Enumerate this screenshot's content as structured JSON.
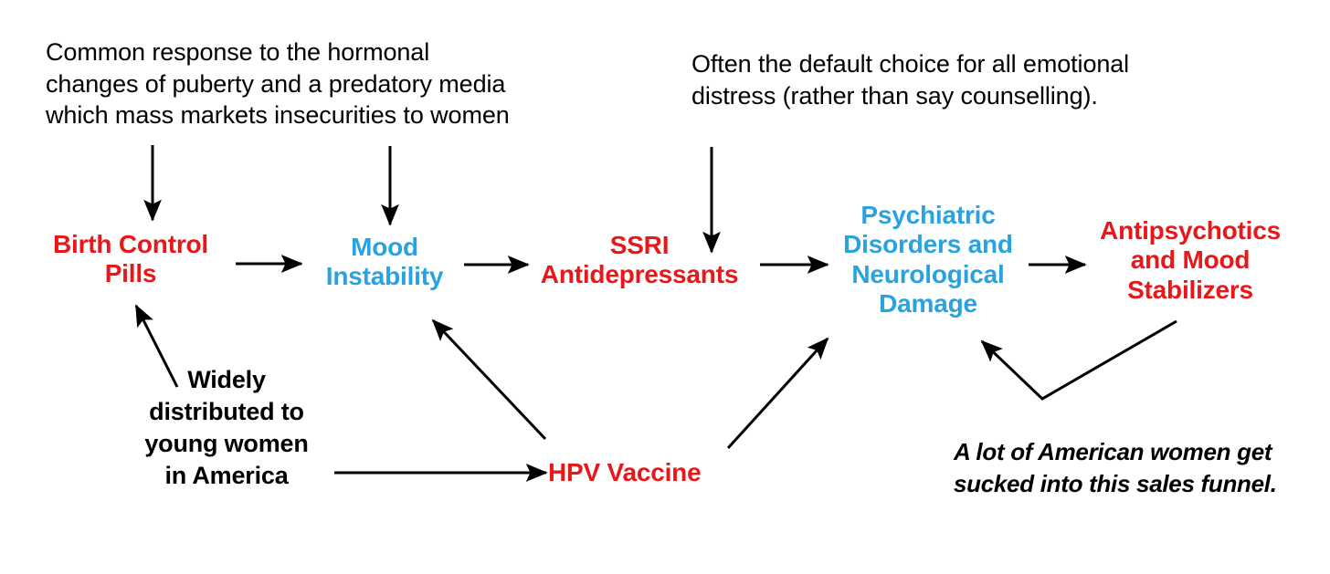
{
  "diagram": {
    "title": "Sales funnel flow diagram",
    "colors": {
      "red": "#e8171a",
      "blue": "#29a3e0",
      "black": "#000000",
      "background": "#ffffff"
    },
    "nodes": [
      {
        "id": "birth-control-pills",
        "label": "Birth Control\nPills",
        "color": "red"
      },
      {
        "id": "mood-instability",
        "label": "Mood\nInstability",
        "color": "blue"
      },
      {
        "id": "ssri-antidepressants",
        "label": "SSRI\nAntidepressants",
        "color": "red"
      },
      {
        "id": "psychiatric-disorders",
        "label": "Psychiatric\nDisorders and\nNeurological\nDamage",
        "color": "blue"
      },
      {
        "id": "antipsychotics",
        "label": "Antipsychotics\nand Mood\nStabilizers",
        "color": "red"
      },
      {
        "id": "hpv-vaccine",
        "label": "HPV Vaccine",
        "color": "red"
      }
    ],
    "annotations": [
      {
        "id": "top-left",
        "text": "Common response to the hormonal\nchanges of puberty and a predatory media\nwhich mass markets insecurities to women",
        "style": "plain"
      },
      {
        "id": "top-right",
        "text": "Often the default choice for all emotional\ndistress (rather than say counselling).",
        "style": "plain"
      },
      {
        "id": "widely",
        "text": "Widely\ndistributed to\nyoung women\nin America",
        "style": "bold"
      },
      {
        "id": "funnel",
        "text": "A lot of American women get\nsucked into this sales funnel.",
        "style": "bold-italic"
      }
    ],
    "edges": [
      {
        "id": "birth-control-to-mood",
        "from": "birth-control-pills",
        "to": "mood-instability",
        "kind": "horizontal-arrow"
      },
      {
        "id": "mood-to-ssri",
        "from": "mood-instability",
        "to": "ssri-antidepressants",
        "kind": "horizontal-arrow"
      },
      {
        "id": "ssri-to-psychiatric",
        "from": "ssri-antidepressants",
        "to": "psychiatric-disorders",
        "kind": "horizontal-arrow"
      },
      {
        "id": "psychiatric-to-antipsychotics",
        "from": "psychiatric-disorders",
        "to": "antipsychotics",
        "kind": "horizontal-arrow"
      },
      {
        "id": "america-to-hpv",
        "from": "widely",
        "to": "hpv-vaccine",
        "kind": "horizontal-arrow"
      },
      {
        "id": "annot-to-birth-control",
        "from": "top-left",
        "to": "birth-control-pills",
        "kind": "vertical-arrow"
      },
      {
        "id": "annot-to-mood",
        "from": "top-left",
        "to": "mood-instability",
        "kind": "vertical-arrow"
      },
      {
        "id": "annot-to-ssri",
        "from": "top-right",
        "to": "ssri-antidepressants",
        "kind": "vertical-arrow"
      },
      {
        "id": "widely-to-birth-control",
        "from": "widely",
        "to": "birth-control-pills",
        "kind": "diagonal-arrow"
      },
      {
        "id": "hpv-to-mood",
        "from": "hpv-vaccine",
        "to": "mood-instability",
        "kind": "diagonal-arrow"
      },
      {
        "id": "hpv-to-psychiatric",
        "from": "hpv-vaccine",
        "to": "psychiatric-disorders",
        "kind": "diagonal-arrow"
      },
      {
        "id": "antipsychotics-to-psychiatric",
        "from": "antipsychotics",
        "to": "psychiatric-disorders",
        "kind": "bent-arrow"
      }
    ]
  }
}
